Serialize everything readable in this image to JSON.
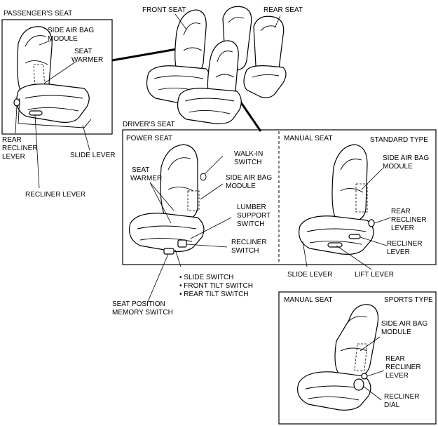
{
  "labels": {
    "passengers_seat": "PASSENGER'S SEAT",
    "front_seat": "FRONT SEAT",
    "rear_seat": "REAR SEAT",
    "drivers_seat": "DRIVER'S SEAT",
    "passenger_side_air_bag_1": "SIDE AIR BAG",
    "passenger_side_air_bag_2": "MODULE",
    "passenger_seat_warmer_1": "SEAT",
    "passenger_seat_warmer_2": "WARMER",
    "passenger_rear_recliner_1": "REAR",
    "passenger_rear_recliner_2": "RECLINER",
    "passenger_rear_recliner_3": "LEVER",
    "passenger_recliner_lever": "RECLINER LEVER",
    "passenger_slide_lever": "SLIDE LEVER",
    "power_seat": "POWER SEAT",
    "manual_seat_standard": "MANUAL SEAT",
    "standard_type": "STANDARD TYPE",
    "power_seat_warmer_1": "SEAT",
    "power_seat_warmer_2": "WARMER",
    "walk_in_switch_1": "WALK-IN",
    "walk_in_switch_2": "SWITCH",
    "power_side_air_bag_1": "SIDE AIR BAG",
    "power_side_air_bag_2": "MODULE",
    "lumbar_1": "LUMBER",
    "lumbar_2": "SUPPORT",
    "lumbar_3": "SWITCH",
    "recliner_switch_1": "RECLINER",
    "recliner_switch_2": "SWITCH",
    "slide_switch": "• SLIDE SWITCH",
    "front_tilt_switch": "• FRONT TILT SWITCH",
    "rear_tilt_switch": "• REAR TILT SWITCH",
    "memory_switch_1": "SEAT POSITION",
    "memory_switch_2": "MEMORY SWITCH",
    "std_side_air_bag_1": "SIDE AIR BAG",
    "std_side_air_bag_2": "MODULE",
    "std_rear_recliner_1": "REAR",
    "std_rear_recliner_2": "RECLINER",
    "std_rear_recliner_3": "LEVER",
    "std_recliner_lever_1": "RECLINER",
    "std_recliner_lever_2": "LEVER",
    "std_slide_lever": "SLIDE LEVER",
    "std_lift_lever": "LIFT LEVER",
    "manual_seat_sports": "MANUAL SEAT",
    "sports_type": "SPORTS TYPE",
    "sports_side_air_bag_1": "SIDE AIR BAG",
    "sports_side_air_bag_2": "MODULE",
    "sports_rear_recliner_1": "REAR",
    "sports_rear_recliner_2": "RECLINER",
    "sports_rear_recliner_3": "LEVER",
    "sports_recliner_dial_1": "RECLINER",
    "sports_recliner_dial_2": "DIAL"
  }
}
